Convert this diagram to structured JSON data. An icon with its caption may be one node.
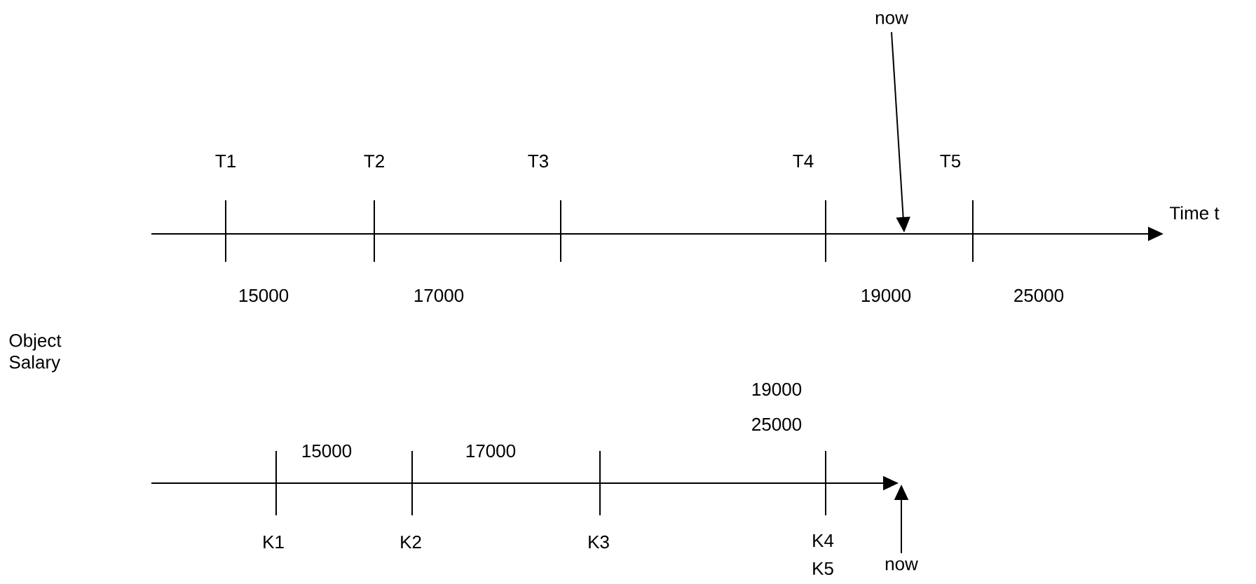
{
  "diagram": {
    "nodes": [
      {
        "text": [
          "now"
        ]
      },
      {
        "text": [
          "now"
        ]
      }
    ],
    "edges": [
      {
        "from": 0,
        "to": null,
        "arrow": "to"
      },
      {
        "from": 1,
        "to": null,
        "arrow": "to"
      }
    ],
    "labels": [
      "T1",
      "T2",
      "T3",
      "T4",
      "T5",
      "Time t",
      "15000",
      "17000",
      "19000",
      "25000",
      "Object Salary",
      "19000",
      "25000",
      "15000",
      "17000",
      "K1",
      "K2",
      "K3",
      "K4",
      "K5"
    ]
  }
}
